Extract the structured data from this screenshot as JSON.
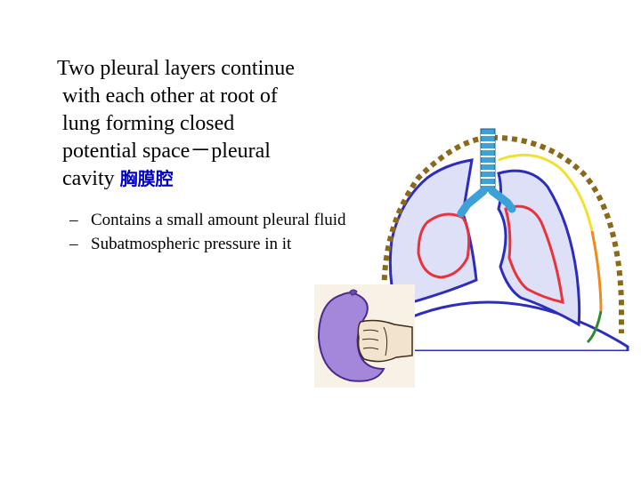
{
  "main_text": {
    "line1": "Two pleural layers continue",
    "line2": "with each other at root of",
    "line3": "lung forming closed",
    "line4": "potential space－pleural",
    "line5_prefix": "cavity ",
    "line5_cn": "胸膜腔"
  },
  "bullets": [
    {
      "dash": "–",
      "text": "Contains a small amount pleural fluid"
    },
    {
      "dash": "–",
      "text": "Subatmospheric pressure in it"
    }
  ],
  "colors": {
    "lung_fill": "#dde0f6",
    "lung_outline": "#2c2cbf",
    "visceral_pleura": "#e8323c",
    "parietal_yellow": "#f2e12c",
    "parietal_orange": "#f08a1c",
    "parietal_green": "#2c8a2c",
    "trachea": "#3ea0d8",
    "balloon": "#a487db",
    "fist": "#f2e3cc"
  },
  "illustrations": {
    "lungs": "lungs-pleura-diagram",
    "balloon": "fist-in-balloon-illustration"
  }
}
